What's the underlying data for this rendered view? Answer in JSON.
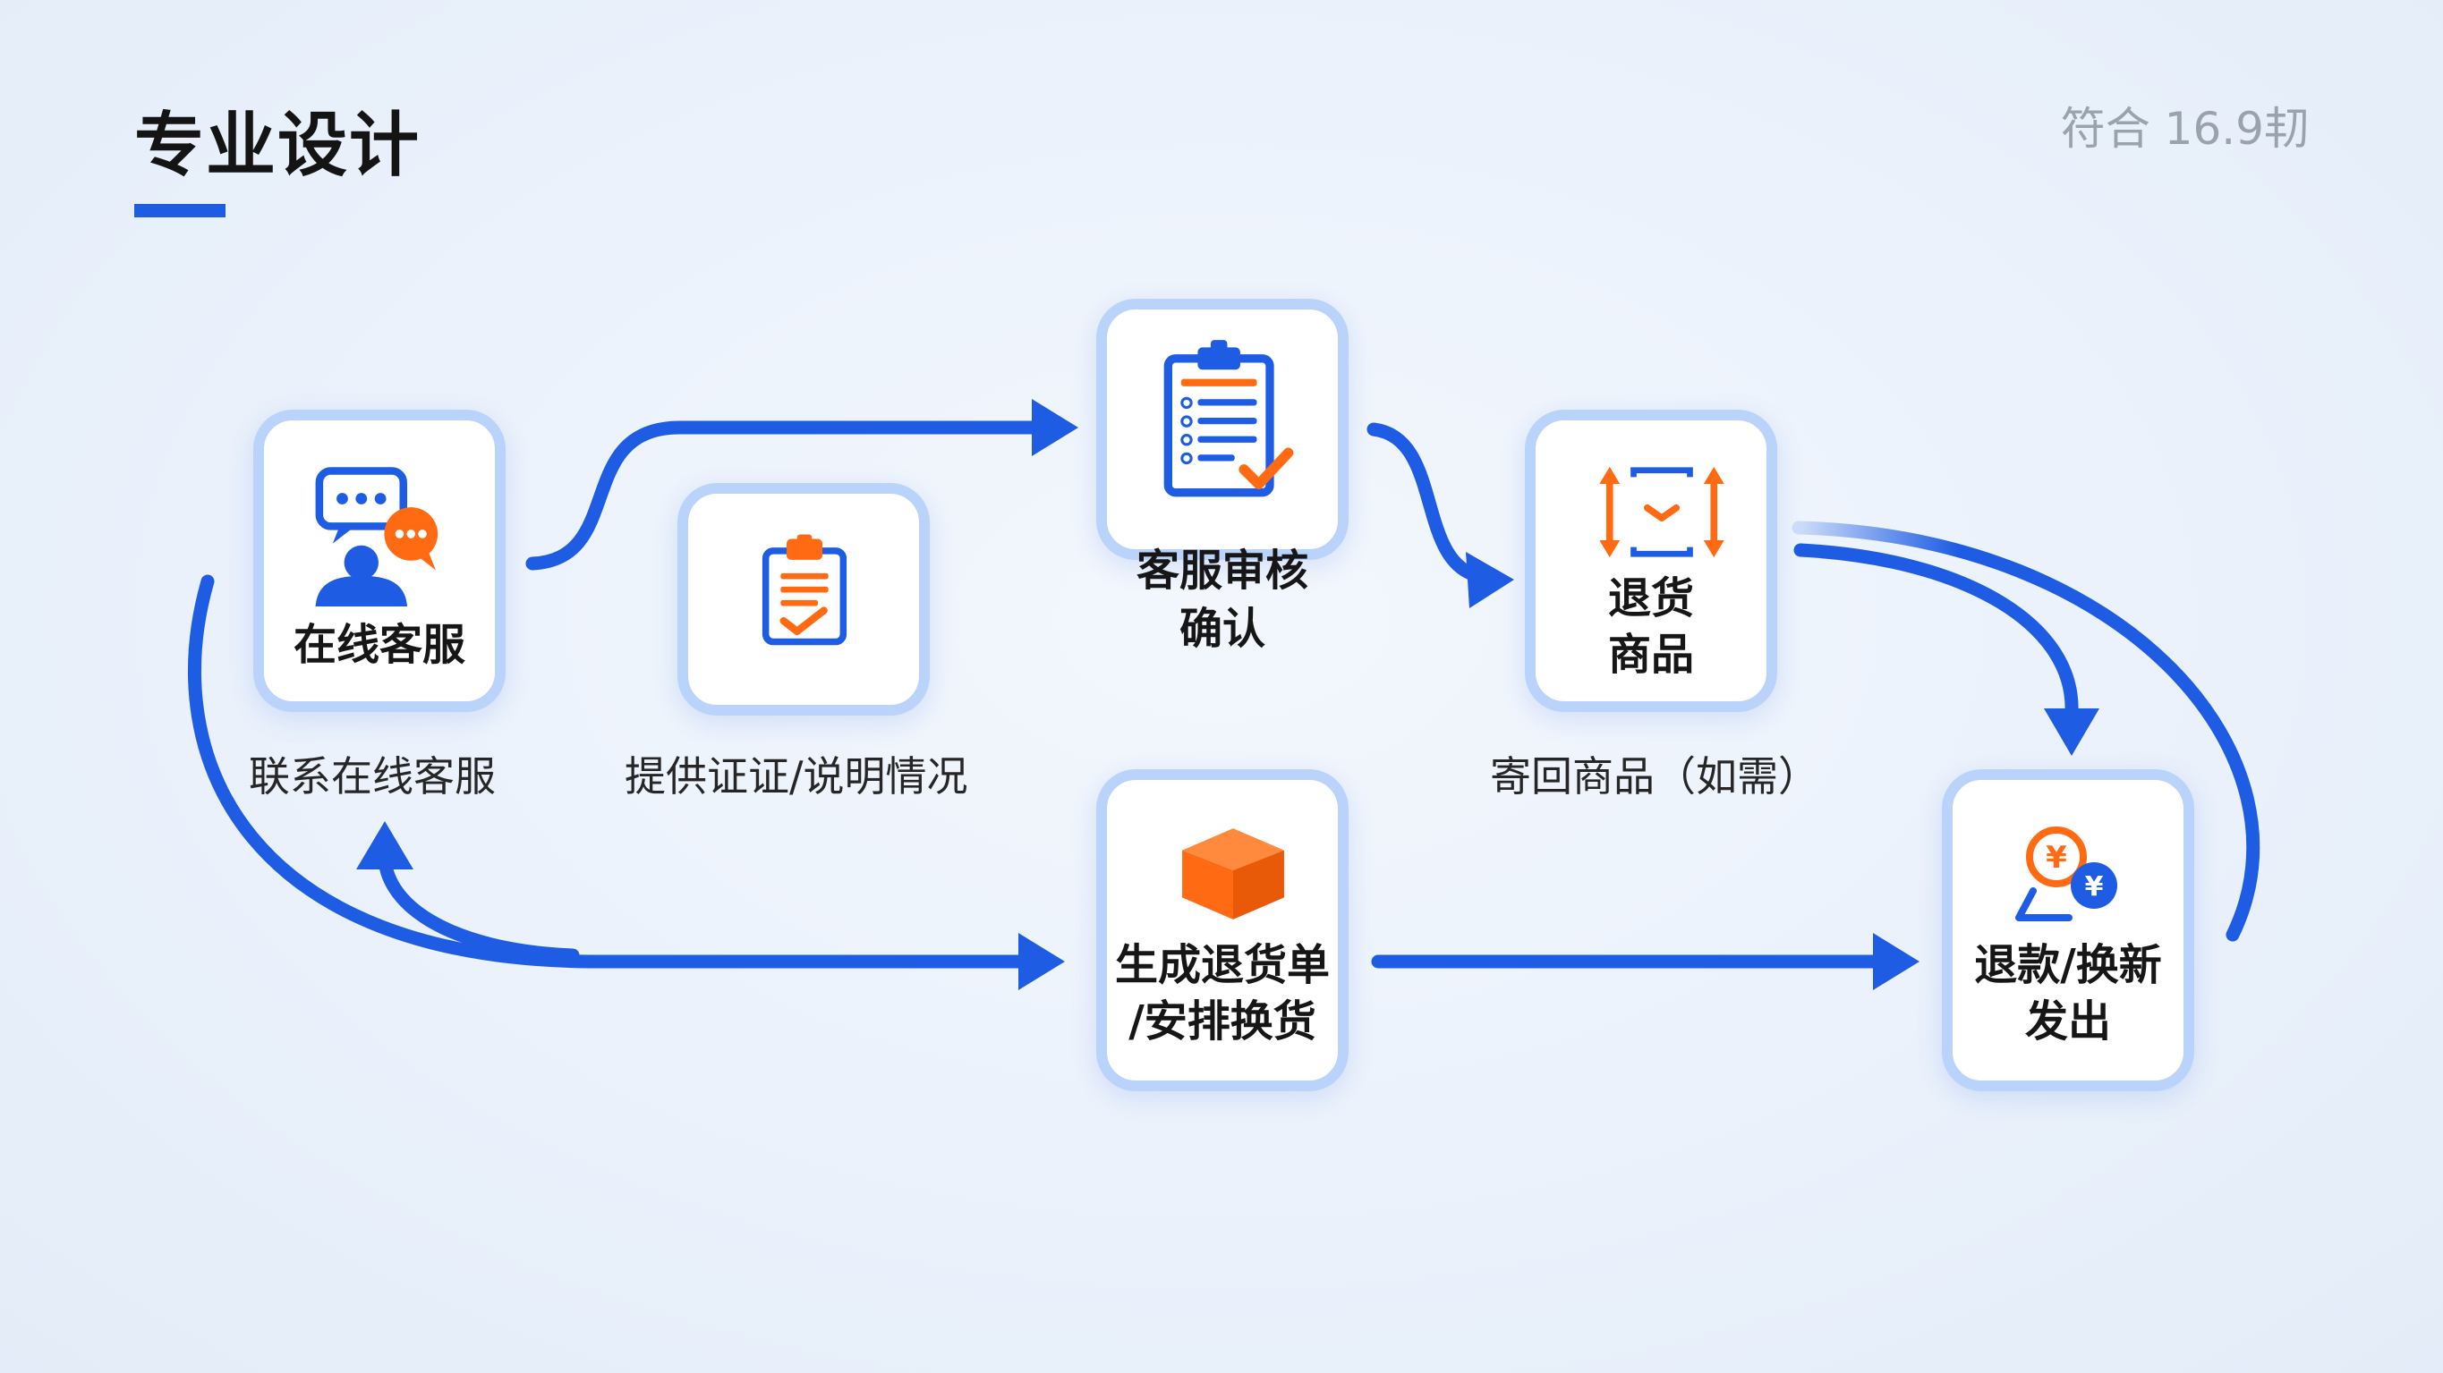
{
  "header": {
    "title": "专业设计",
    "ratio_note": "符合 16.9㓞"
  },
  "steps": {
    "online_service": {
      "label": "在线客服",
      "caption": "联系在线客服"
    },
    "evidence": {
      "caption": "提供证证/说明情况"
    },
    "review": {
      "line1": "客服审核",
      "line2": "确认"
    },
    "return_goods": {
      "line1": "退货",
      "line2": "商品",
      "caption": "寄回商品（如需）"
    },
    "return_order": {
      "line1": "生成退货单",
      "line2": "/安排换货"
    },
    "refund": {
      "line1": "退款/换新",
      "line2": "发出"
    }
  },
  "colors": {
    "primary_blue": "#1e5de3",
    "accent_orange": "#ff6a13",
    "card_border": "#b9d3fa"
  }
}
